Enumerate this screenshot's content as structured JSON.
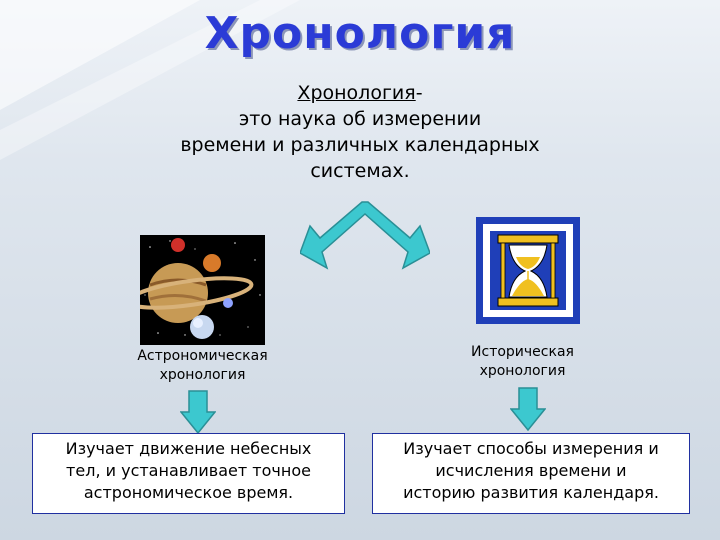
{
  "title": "Хронология",
  "definition": {
    "term": "Хронология",
    "dash": "-",
    "line1": "это наука об измерении",
    "line2": "времени и различных календарных",
    "line3": "системах."
  },
  "branches": {
    "left": {
      "label_line1": "Астрономическая",
      "label_line2": "хронология",
      "description_line1": "Изучает движение небесных",
      "description_line2": "тел, и устанавливает точное",
      "description_line3": "астрономическое время."
    },
    "right": {
      "label_line1": "Историческая",
      "label_line2": "хронология",
      "description_line1": "Изучает способы измерения и",
      "description_line2": "исчисления времени и",
      "description_line3": "историю развития календаря."
    }
  },
  "icons": {
    "left": "planets-icon",
    "right": "hourglass-icon",
    "branch_arrows": "split-arrows-icon",
    "down_arrow": "down-arrow-icon"
  },
  "colors": {
    "title": "#2b3bd6",
    "arrow_fill": "#3cc8cf",
    "box_border": "#2030a0",
    "hourglass_frame": "#1f3fb8"
  }
}
